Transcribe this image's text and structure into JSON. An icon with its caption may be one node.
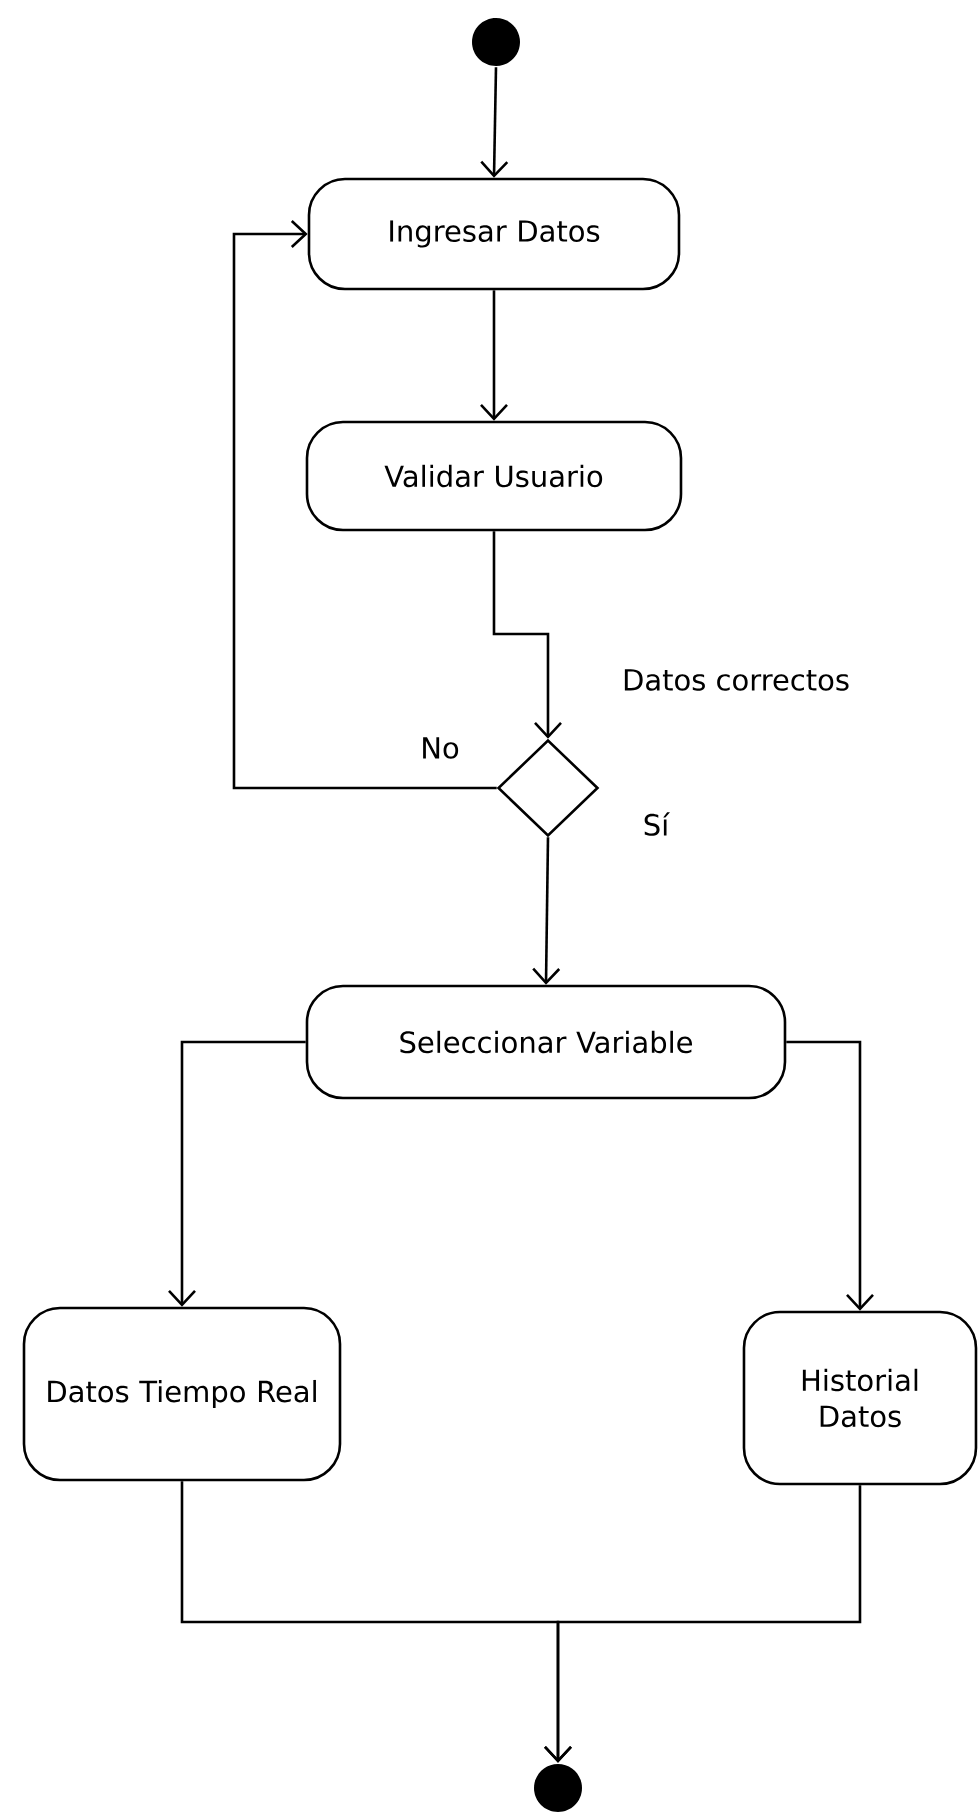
{
  "diagram": {
    "nodes": [
      {
        "text": [],
        "shape": "circle"
      },
      {
        "text": [
          "Ingresar Datos"
        ]
      },
      {
        "text": [
          "Validar Usuario"
        ]
      },
      {
        "text": [],
        "shape": "diamond"
      },
      {
        "text": [
          "Seleccionar Variable"
        ]
      },
      {
        "text": [
          "Datos Tiempo Real"
        ]
      },
      {
        "text": [
          "Historial Datos"
        ]
      },
      {
        "text": [],
        "shape": "circle"
      }
    ],
    "edges": [
      {
        "from": 0,
        "to": 1,
        "arrow": "to"
      },
      {
        "from": 1,
        "to": 2,
        "arrow": "to"
      },
      {
        "from": 2,
        "to": 3,
        "arrow": "to",
        "label": "Datos correctos"
      },
      {
        "from": 3,
        "to": 1,
        "arrow": "to",
        "label": "No"
      },
      {
        "from": 3,
        "to": 4,
        "arrow": "to",
        "label": "Sí"
      },
      {
        "from": 4,
        "to": 5,
        "arrow": "to"
      },
      {
        "from": 4,
        "to": 6,
        "arrow": "to"
      },
      {
        "from": 5,
        "to": 7,
        "arrow": "to"
      },
      {
        "from": 6,
        "to": 7,
        "arrow": "to"
      }
    ]
  }
}
